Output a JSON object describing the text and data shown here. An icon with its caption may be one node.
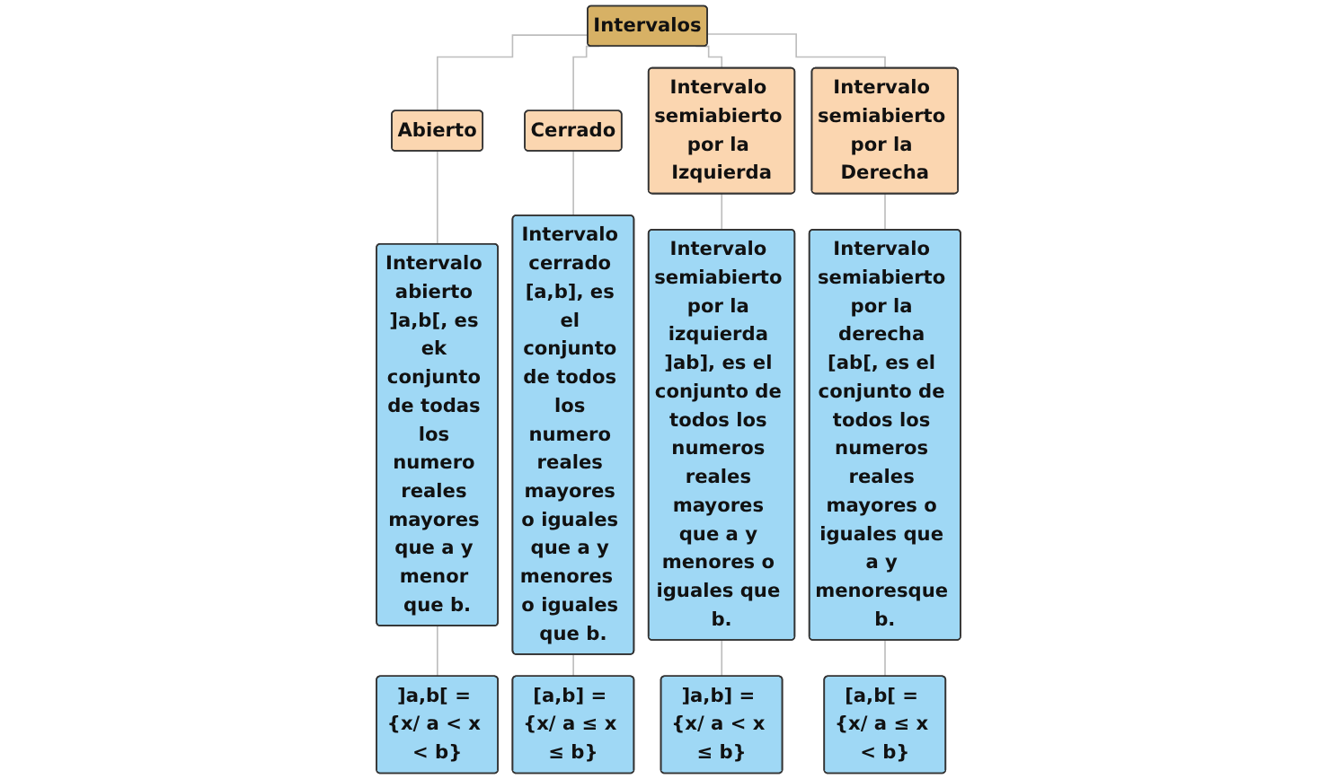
{
  "diagram": {
    "nodes": [
      {
        "text": [
          "Intervalos"
        ]
      },
      {
        "text": [
          "Abierto"
        ]
      },
      {
        "text": [
          "Cerrado"
        ]
      },
      {
        "text": [
          "Intervalo semiabierto por la Izquierda"
        ]
      },
      {
        "text": [
          "Intervalo semiabierto por la Derecha"
        ]
      },
      {
        "text": [
          "Intervalo abierto ]a,b[, es ek conjunto de todas los numero reales mayores que a y menor que b."
        ]
      },
      {
        "text": [
          "Intervalo cerrado [a,b], es el conjunto de todos los numero reales mayores o iguales que a y menores  o iguales que b."
        ]
      },
      {
        "text": [
          "Intervalo semiabierto por la izquierda ]ab], es el conjunto de todos los numeros reales mayores que a y menores o iguales que b."
        ]
      },
      {
        "text": [
          "Intervalo semiabierto por la derecha [ab[, es el conjunto de todos los numeros reales mayores o iguales que a y menoresque b."
        ]
      },
      {
        "text": [
          "]a,b[ = {x/ a < x < b}"
        ]
      },
      {
        "text": [
          "[a,b] = {x/ a ≤ x ≤ b}"
        ]
      },
      {
        "text": [
          "]a,b] = {x/ a < x ≤ b}"
        ]
      },
      {
        "text": [
          "[a,b[ = {x/ a ≤ x < b}"
        ]
      }
    ],
    "edges": [
      {
        "from": 0,
        "to": 1,
        "arrow": "none"
      },
      {
        "from": 0,
        "to": 2,
        "arrow": "none"
      },
      {
        "from": 0,
        "to": 3,
        "arrow": "none"
      },
      {
        "from": 0,
        "to": 4,
        "arrow": "none"
      },
      {
        "from": 1,
        "to": 5,
        "arrow": "none"
      },
      {
        "from": 2,
        "to": 6,
        "arrow": "none"
      },
      {
        "from": 3,
        "to": 7,
        "arrow": "none"
      },
      {
        "from": 4,
        "to": 8,
        "arrow": "none"
      },
      {
        "from": 5,
        "to": 9,
        "arrow": "none"
      },
      {
        "from": 6,
        "to": 10,
        "arrow": "none"
      },
      {
        "from": 7,
        "to": 11,
        "arrow": "none"
      },
      {
        "from": 8,
        "to": 12,
        "arrow": "none"
      }
    ]
  }
}
